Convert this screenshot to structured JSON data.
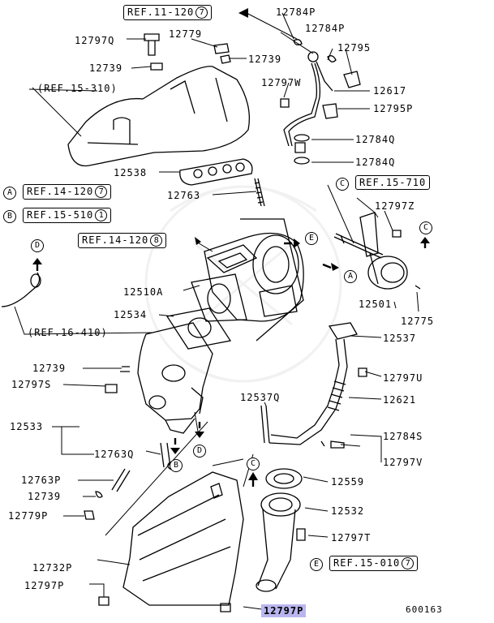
{
  "refs": {
    "r1": {
      "text": "REF.11-120",
      "num": "7"
    },
    "r2": {
      "text": "(REF.15-310)"
    },
    "r3": {
      "text": "REF.14-120",
      "num": "7",
      "circle": "A"
    },
    "r4": {
      "text": "REF.15-510",
      "num": "1",
      "circle": "B"
    },
    "r5": {
      "text": "REF.14-120",
      "num": "8"
    },
    "r6": {
      "text": "(REF.16-410)"
    },
    "r7": {
      "text": "REF.15-710",
      "circle": "C"
    },
    "r8": {
      "text": "REF.15-010",
      "num": "7",
      "circle": "E"
    }
  },
  "parts": {
    "p12784P_a": "12784P",
    "p12784P_b": "12784P",
    "p12797Q": "12797Q",
    "p12779": "12779",
    "p12795": "12795",
    "p12739_a": "12739",
    "p12739_b": "12739",
    "p12797W": "12797W",
    "p12617": "12617",
    "p12795P": "12795P",
    "p12784Q_a": "12784Q",
    "p12784Q_b": "12784Q",
    "p12538": "12538",
    "p12763": "12763",
    "p12797Z": "12797Z",
    "p12510A": "12510A",
    "p12534": "12534",
    "p12501": "12501",
    "p12775": "12775",
    "p12537": "12537",
    "p12739_c": "12739",
    "p12797U": "12797U",
    "p12797S": "12797S",
    "p12621": "12621",
    "p12537Q": "12537Q",
    "p12533": "12533",
    "p12763Q": "12763Q",
    "p12784S": "12784S",
    "p12797V": "12797V",
    "p12763P": "12763P",
    "p12559": "12559",
    "p12739_d": "12739",
    "p12532": "12532",
    "p12779P": "12779P",
    "p12797T": "12797T",
    "p12732P": "12732P",
    "p12797P_a": "12797P",
    "p12797P_hl": "12797P",
    "diagram_id": "600163"
  },
  "markers": {
    "D1": "D",
    "C1": "C",
    "E1": "E",
    "A1": "A",
    "B1": "B",
    "D2": "D",
    "C2": "C"
  },
  "colors": {
    "highlight": "#b9b6ee",
    "line": "#000000"
  }
}
